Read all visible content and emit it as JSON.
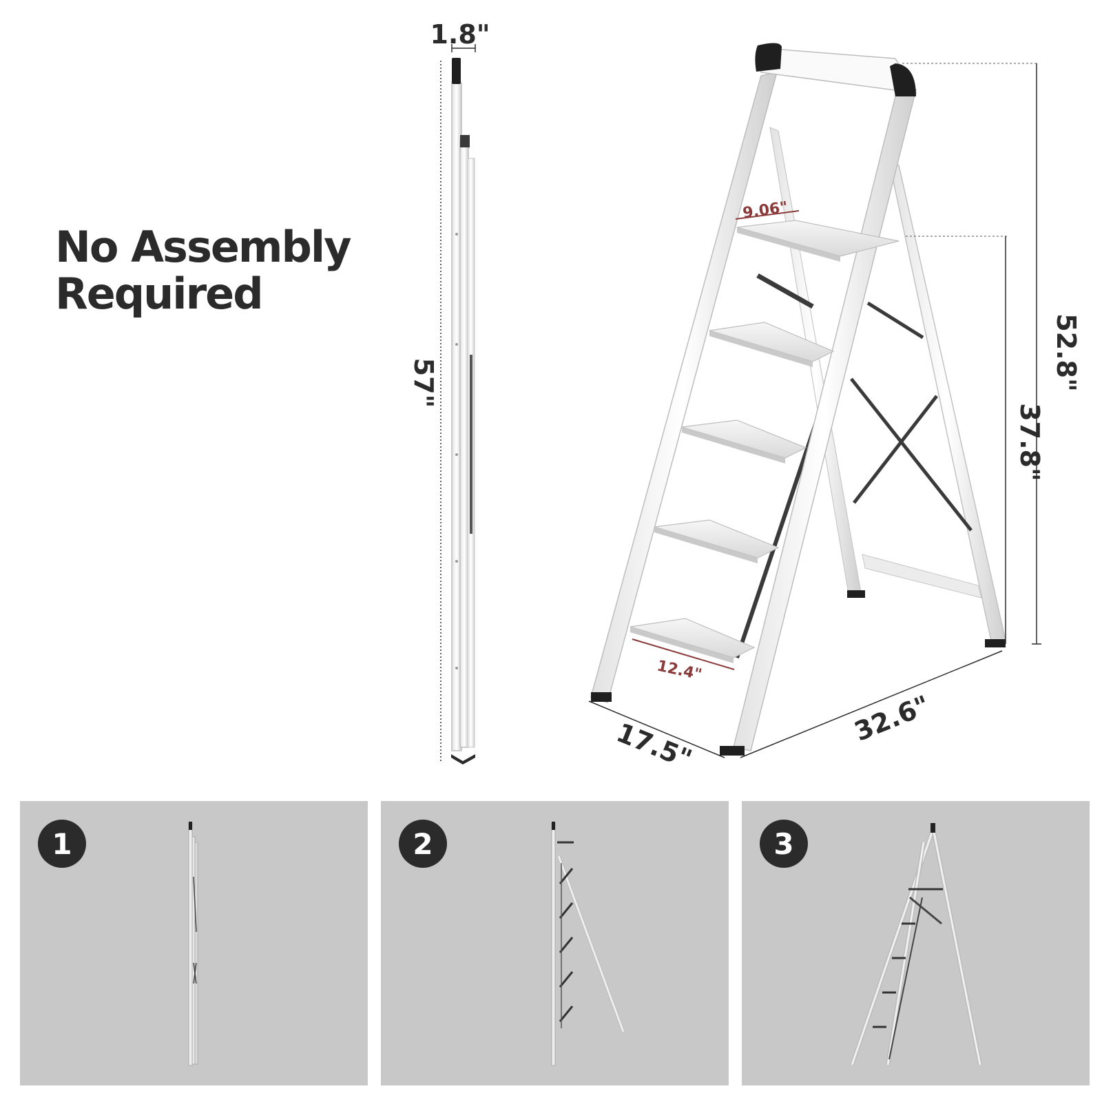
{
  "headline": {
    "line1": "No Assembly",
    "line2": "Required"
  },
  "dimensions": {
    "folded_thickness": "1.8\"",
    "folded_height": "57\"",
    "step_depth": "9.06\"",
    "step_width": "12.4\"",
    "total_height": "52.8\"",
    "platform_height": "37.8\"",
    "base_width": "17.5\"",
    "base_depth": "32.6\""
  },
  "steps": {
    "panels": [
      {
        "number": "1",
        "state": "folded"
      },
      {
        "number": "2",
        "state": "unfolding"
      },
      {
        "number": "3",
        "state": "open"
      }
    ]
  },
  "colors": {
    "text": "#2b2b2b",
    "accent_red": "#8b3a3a",
    "panel_bg": "#c8c8c8",
    "frame": "#f4f4f4"
  }
}
